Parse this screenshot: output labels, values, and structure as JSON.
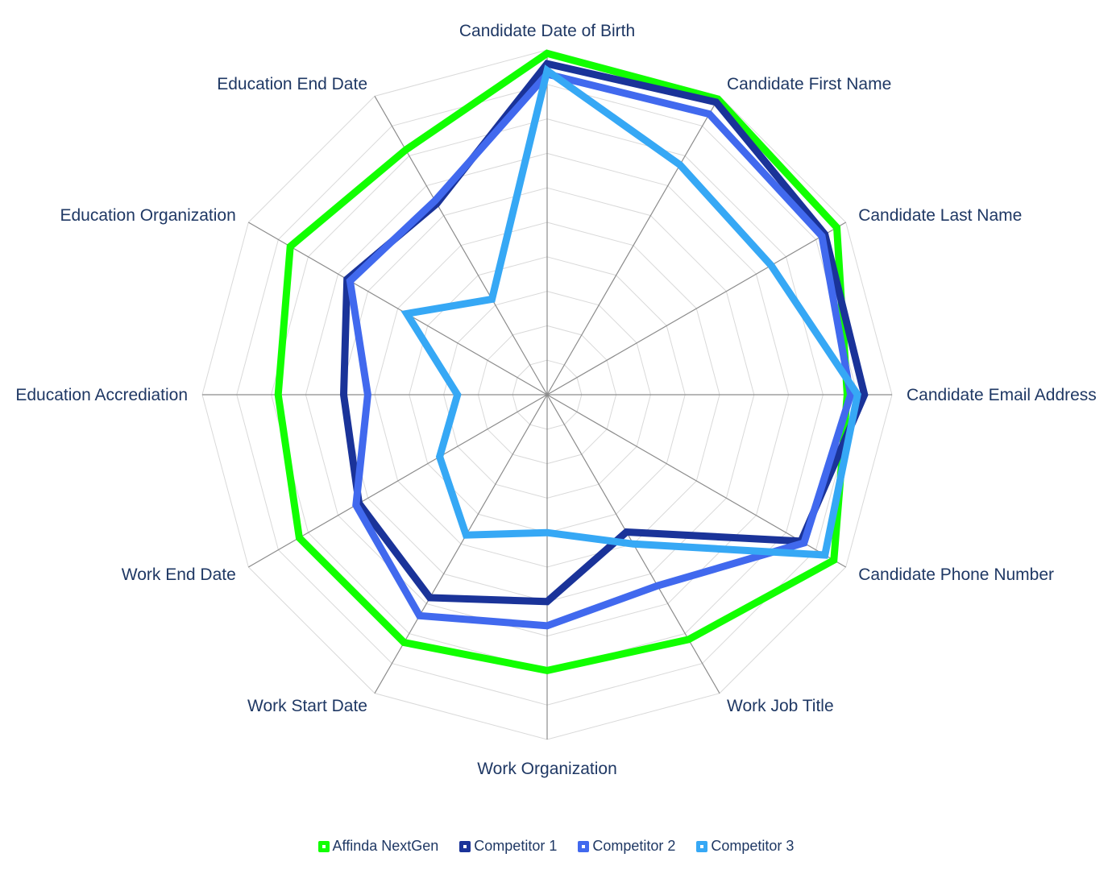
{
  "chart_data": {
    "type": "radar",
    "title": "",
    "axes": [
      "Candidate Date of Birth",
      "Candidate First Name",
      "Candidate Last Name",
      "Candidate Email Address",
      "Candidate Phone Number",
      "Work Job Title",
      "Work Organization",
      "Work Start Date",
      "Work End Date",
      "Education Accrediation",
      "Education Organization",
      "Education End Date"
    ],
    "range": [
      0,
      100
    ],
    "grid_levels": 10,
    "grid": true,
    "legend_position": "bottom-center",
    "series": [
      {
        "name": "Affinda NextGen",
        "color": "#11ff00",
        "values": [
          99,
          99,
          97,
          87,
          96,
          82,
          80,
          83,
          83,
          78,
          86,
          82
        ]
      },
      {
        "name": "Competitor 1",
        "color": "#1a3399",
        "values": [
          96,
          98,
          93,
          92,
          85,
          46,
          60,
          68,
          63,
          59,
          67,
          64
        ]
      },
      {
        "name": "Competitor 2",
        "color": "#4169ee",
        "values": [
          93,
          94,
          92,
          88,
          86,
          64,
          67,
          74,
          64,
          52,
          66,
          65
        ]
      },
      {
        "name": "Competitor 3",
        "color": "#36a8f5",
        "values": [
          94,
          77,
          75,
          90,
          93,
          50,
          40,
          47,
          36,
          26,
          47,
          32
        ]
      }
    ]
  }
}
